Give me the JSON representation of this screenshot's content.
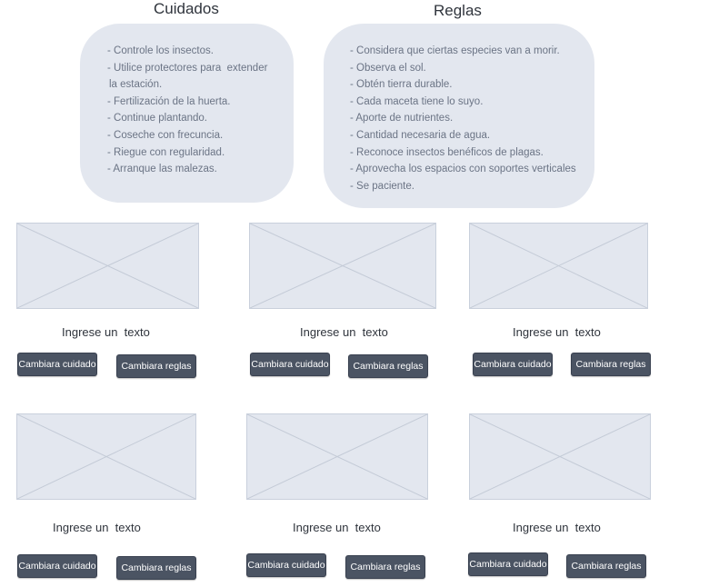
{
  "cuidados": {
    "title": "Cuidados",
    "items": [
      "- Controle los insectos.",
      "- Utilice protectores para  extender",
      "la estación.",
      "- Fertilización de la huerta.",
      "- Continue plantando.",
      "- Coseche con frecuncia.",
      "- Riegue con regularidad.",
      "- Arranque las malezas."
    ]
  },
  "reglas": {
    "title": "Reglas",
    "items": [
      "- Considera que ciertas especies van a morir.",
      "- Observa el sol.",
      "- Obtén tierra durable.",
      "- Cada maceta tiene lo suyo.",
      "- Aporte de nutrientes.",
      "- Cantidad necesaria de agua.",
      "- Reconoce insectos benéficos de plagas.",
      "- Aprovecha los espacios con soportes verticales",
      "- Se paciente."
    ]
  },
  "cards": [
    {
      "caption": "Ingrese un  texto",
      "btn_cuidado": "Cambiara cuidado",
      "btn_reglas": "Cambiara reglas"
    },
    {
      "caption": "Ingrese un  texto",
      "btn_cuidado": "Cambiara cuidado",
      "btn_reglas": "Cambiara reglas"
    },
    {
      "caption": "Ingrese un  texto",
      "btn_cuidado": "Cambiara cuidado",
      "btn_reglas": "Cambiara reglas"
    },
    {
      "caption": "Ingrese un  texto",
      "btn_cuidado": "Cambiara cuidado",
      "btn_reglas": "Cambiara reglas"
    },
    {
      "caption": "Ingrese un  texto",
      "btn_cuidado": "Cambiara cuidado",
      "btn_reglas": "Cambiara reglas"
    },
    {
      "caption": "Ingrese un  texto",
      "btn_cuidado": "Cambiara cuidado",
      "btn_reglas": "Cambiara reglas"
    }
  ],
  "colors": {
    "panel": "#e3e7ef",
    "button": "#4b5463",
    "button_text": "#ffffff",
    "list_text": "#6b7485"
  }
}
